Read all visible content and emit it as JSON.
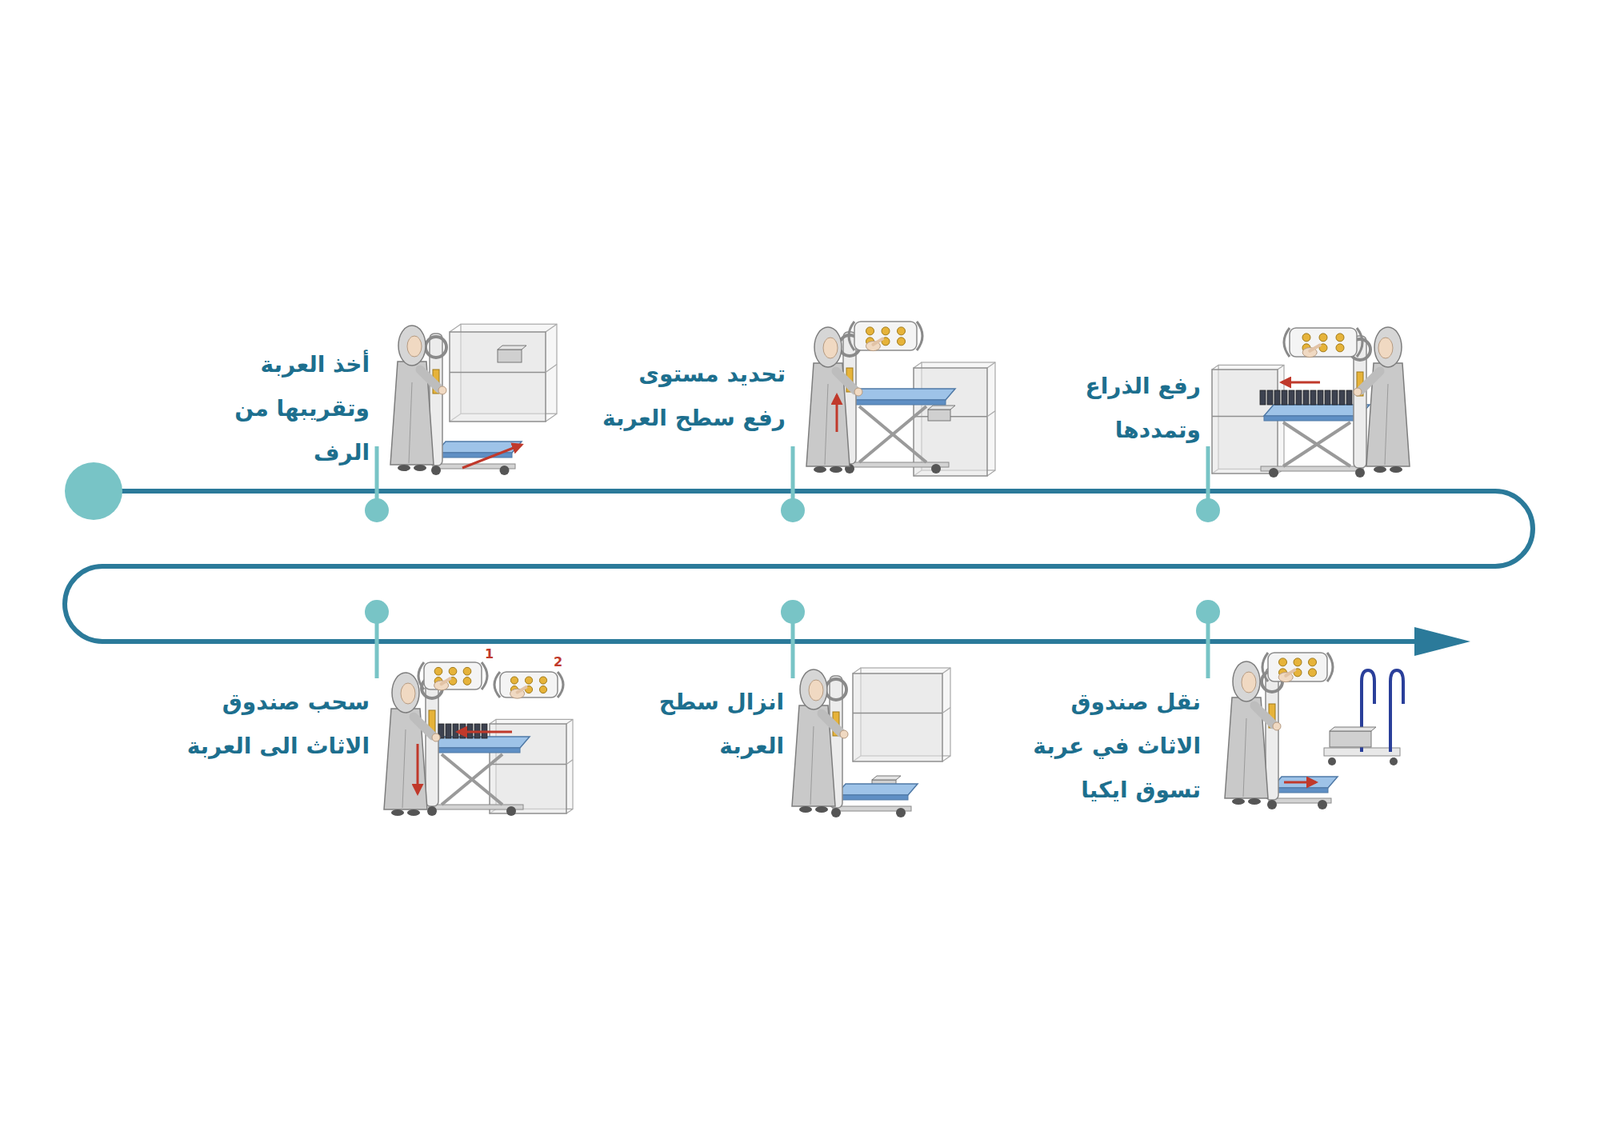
{
  "diagram": {
    "labels": [
      "أخذ العربة وتقريبها من الرف",
      "تحديد مستوى رفع سطح العربة",
      "رفع الذراع وتمددها",
      "سحب صندوق الاثاث الى العربة",
      "1",
      "2",
      "انزال سطح العربة",
      "نقل صندوق الاثاث في عربة تسوق ايكيا"
    ]
  }
}
